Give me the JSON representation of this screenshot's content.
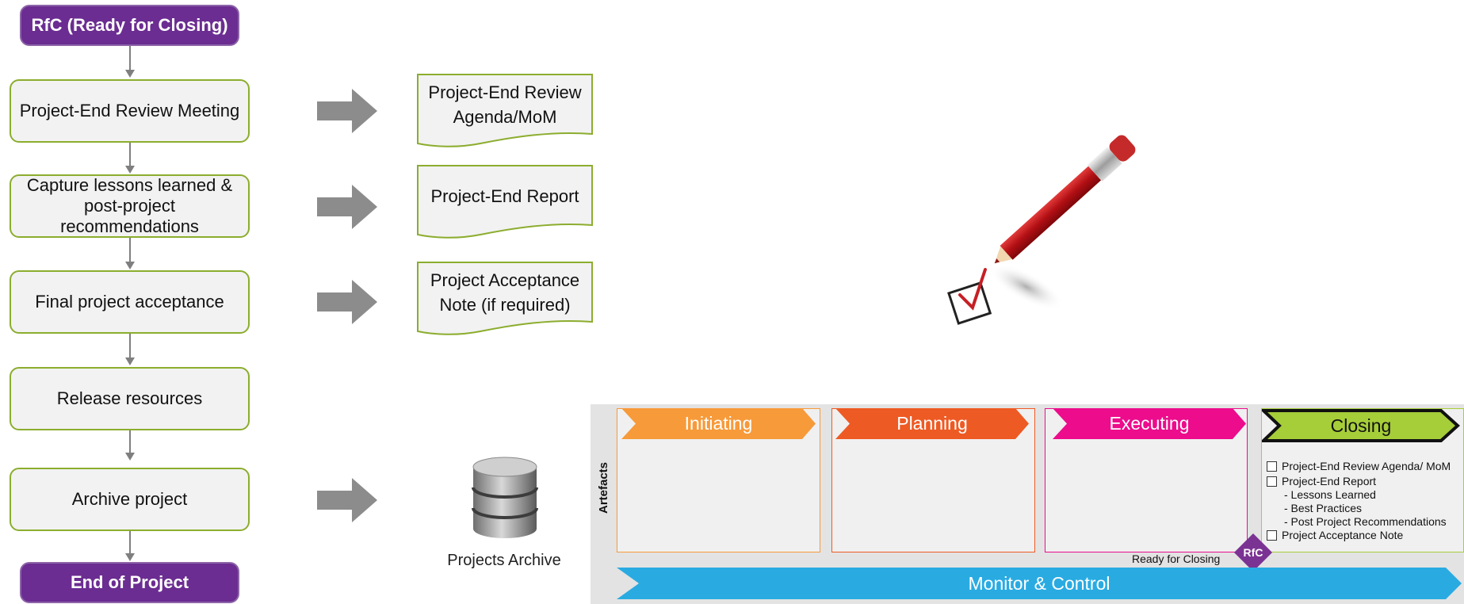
{
  "flow": {
    "start": "RfC (Ready for Closing)",
    "steps": [
      "Project-End Review Meeting",
      "Capture lessons learned & post-project recommendations",
      "Final project acceptance",
      "Release resources",
      "Archive project"
    ],
    "end": "End of Project"
  },
  "artifacts": [
    "Project-End Review Agenda/MoM",
    "Project-End Report",
    "Project Acceptance Note (if  required)"
  ],
  "archive": {
    "label": "Projects Archive",
    "icon": "database-icon"
  },
  "phases": {
    "axis_label": "Artefacts",
    "items": [
      {
        "label": "Initiating",
        "color": "#f79a3a"
      },
      {
        "label": "Planning",
        "color": "#ee5a24"
      },
      {
        "label": "Executing",
        "color": "#ec0c8c"
      },
      {
        "label": "Closing",
        "color": "#a6ce39"
      }
    ],
    "closing_artefacts": [
      "Project-End Review Agenda/ MoM",
      "Project-End  Report",
      "- Lessons Learned",
      "- Best Practices",
      "- Post Project Recommendations",
      "Project Acceptance Note"
    ],
    "rfc_note": "Ready for Closing",
    "rfc_badge": "RfC",
    "monitor": {
      "label": "Monitor & Control",
      "color": "#29abe2"
    }
  },
  "colors": {
    "terminal": "#6b2d91",
    "step_border": "#8cad2e",
    "arrow": "#8c8c8c"
  }
}
